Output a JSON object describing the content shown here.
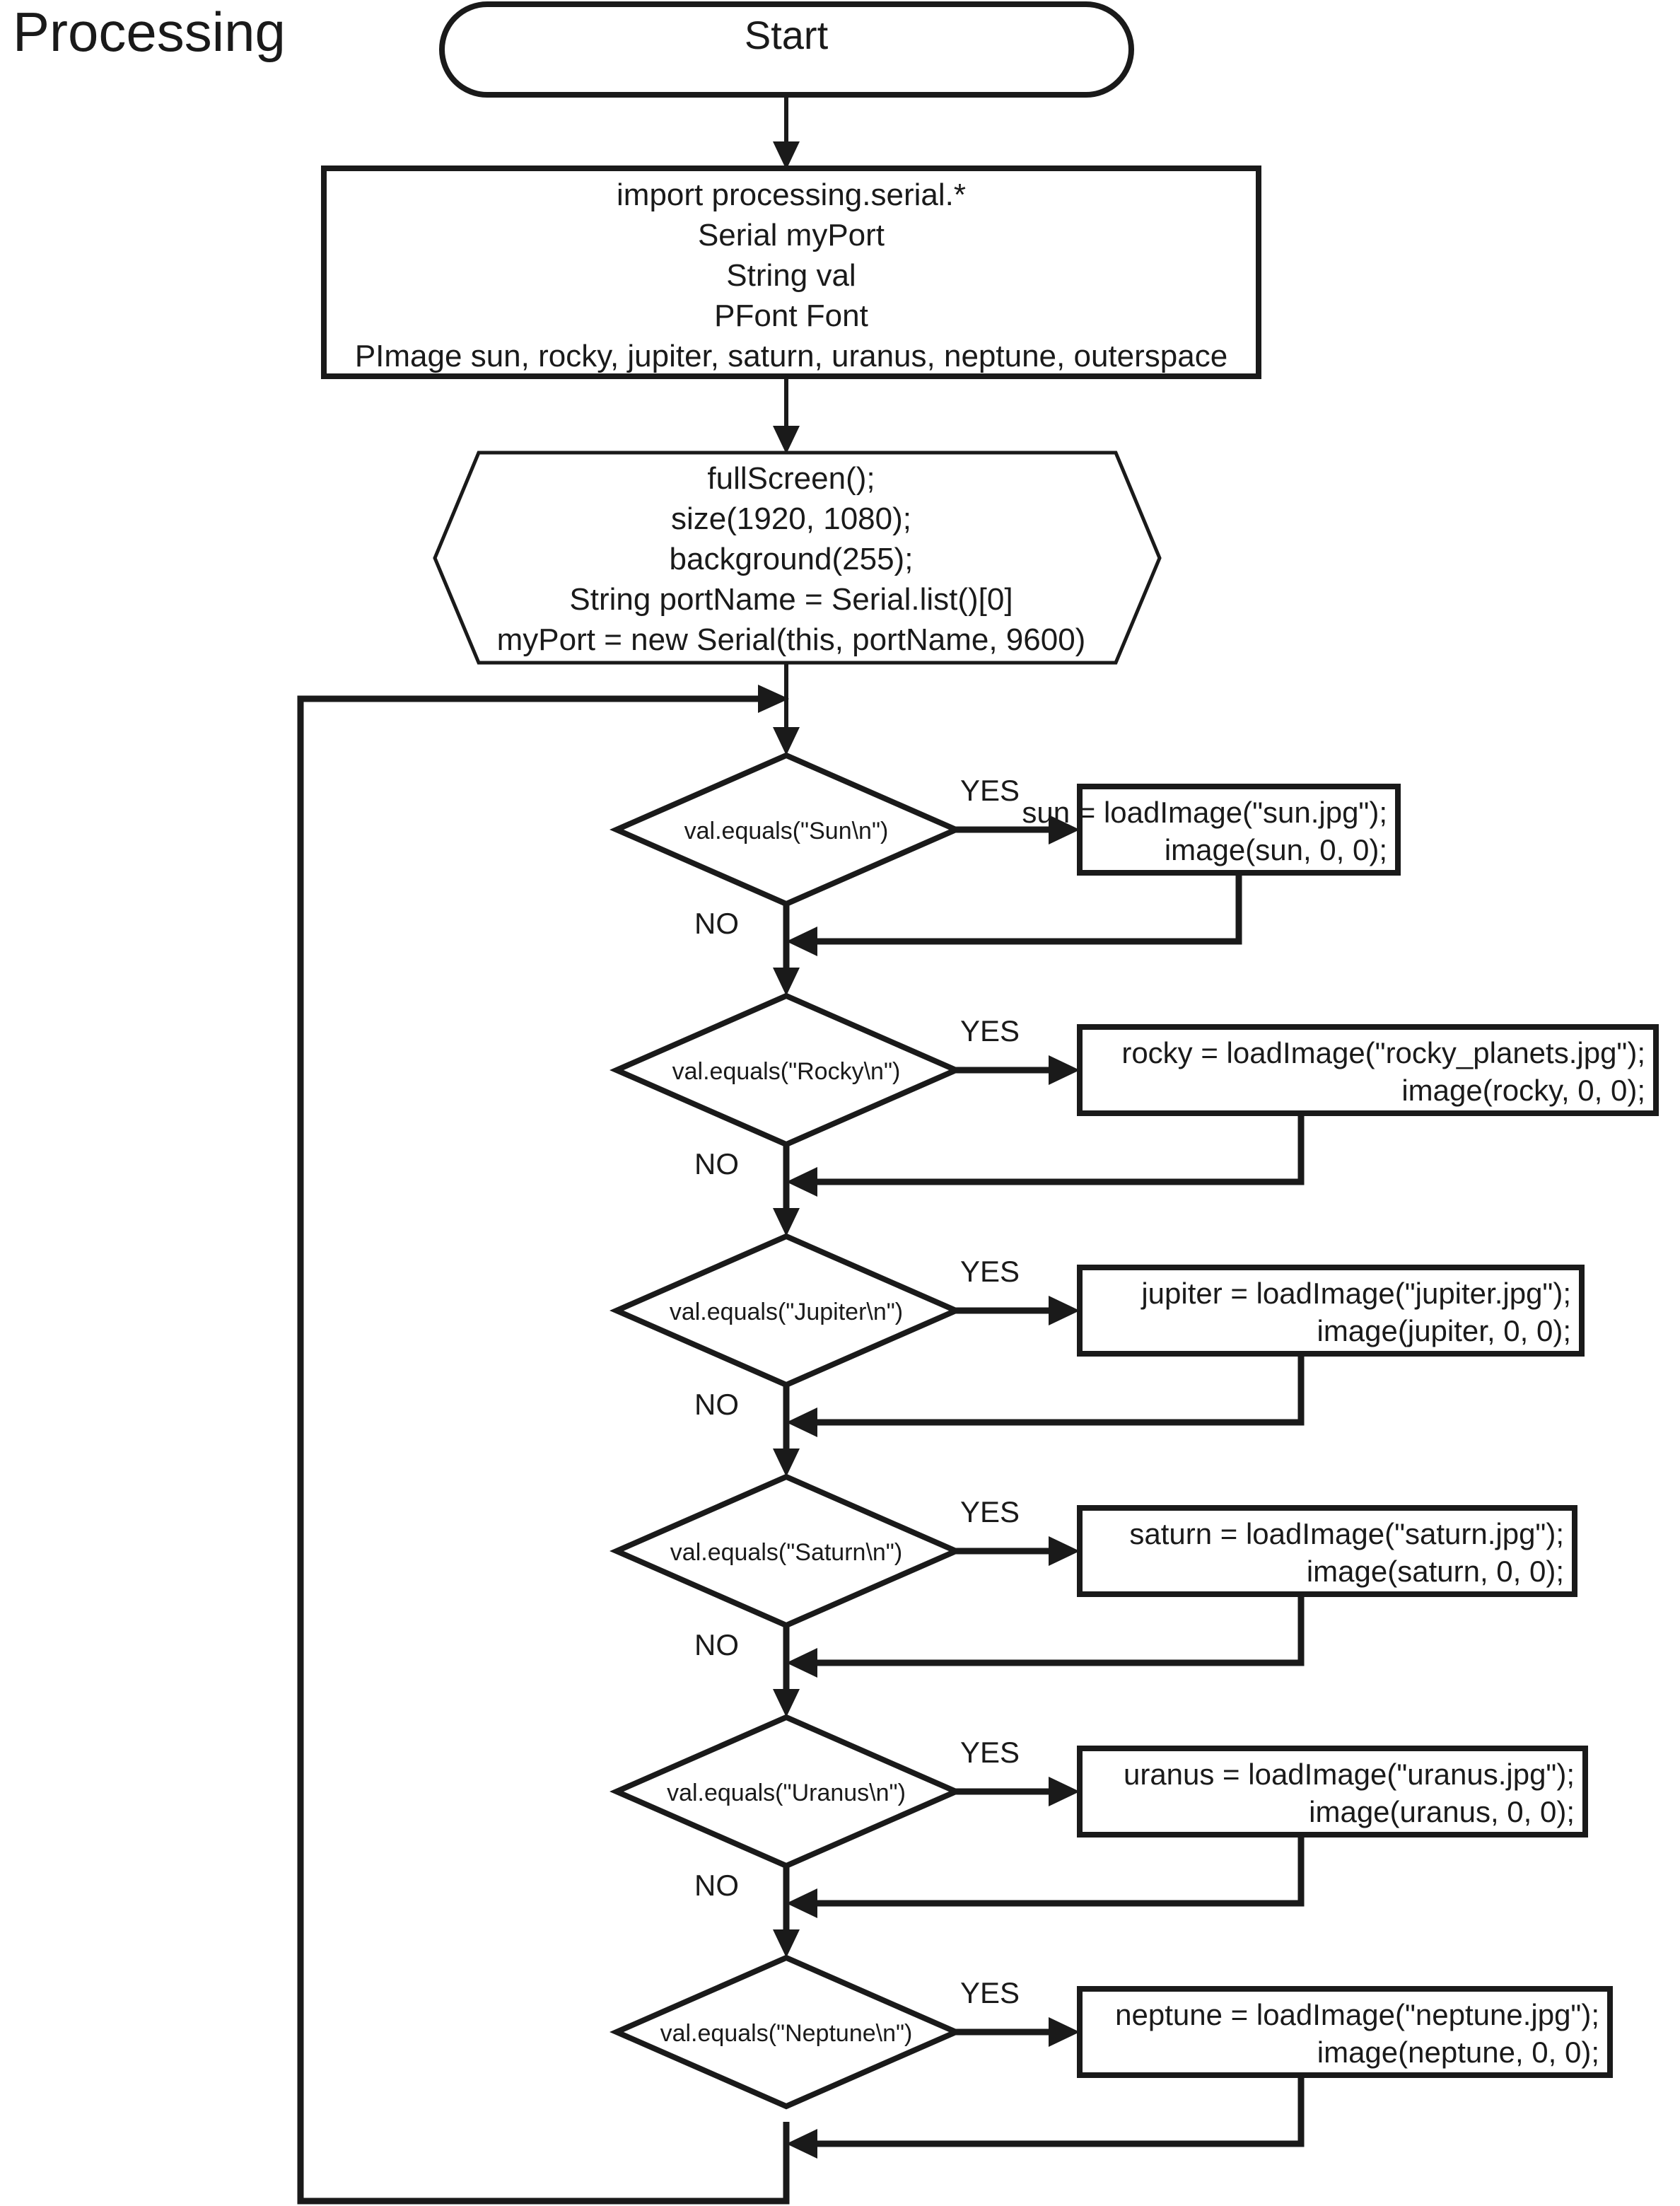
{
  "diagram": {
    "title": "Processing",
    "start_label": "Start",
    "declaration_lines": [
      "import processing.serial.*",
      "Serial myPort",
      "String val",
      "PFont Font",
      "PImage sun, rocky, jupiter, saturn, uranus, neptune, outerspace"
    ],
    "setup_lines": [
      "fullScreen();",
      "size(1920, 1080);",
      "background(255);",
      "String portName = Serial.list()[0]",
      "myPort = new Serial(this, portName, 9600)"
    ],
    "yes_label": "YES",
    "no_label": "NO",
    "branches": [
      {
        "condition": "val.equals(\"Sun\\n\")",
        "yes_label": "YES",
        "no_label": "NO",
        "action_lines": [
          "sun = loadImage(\"sun.jpg\");",
          "image(sun, 0, 0);"
        ]
      },
      {
        "condition": "val.equals(\"Rocky\\n\")",
        "yes_label": "YES",
        "no_label": "NO",
        "action_lines": [
          "rocky = loadImage(\"rocky_planets.jpg\");",
          "image(rocky, 0, 0);"
        ]
      },
      {
        "condition": "val.equals(\"Jupiter\\n\")",
        "yes_label": "YES",
        "no_label": "NO",
        "action_lines": [
          "jupiter = loadImage(\"jupiter.jpg\");",
          "image(jupiter, 0, 0);"
        ]
      },
      {
        "condition": "val.equals(\"Saturn\\n\")",
        "yes_label": "YES",
        "no_label": "NO",
        "action_lines": [
          "saturn = loadImage(\"saturn.jpg\");",
          "image(saturn, 0, 0);"
        ]
      },
      {
        "condition": "val.equals(\"Uranus\\n\")",
        "yes_label": "YES",
        "no_label": "NO",
        "action_lines": [
          "uranus = loadImage(\"uranus.jpg\");",
          "image(uranus, 0, 0);"
        ]
      },
      {
        "condition": "val.equals(\"Neptune\\n\")",
        "yes_label": "YES",
        "no_label": "",
        "action_lines": [
          "neptune = loadImage(\"neptune.jpg\");",
          "image(neptune, 0, 0);"
        ]
      }
    ],
    "colors": {
      "stroke": "#1a1a1a",
      "fill": "#ffffff",
      "background": "#ffffff"
    }
  }
}
